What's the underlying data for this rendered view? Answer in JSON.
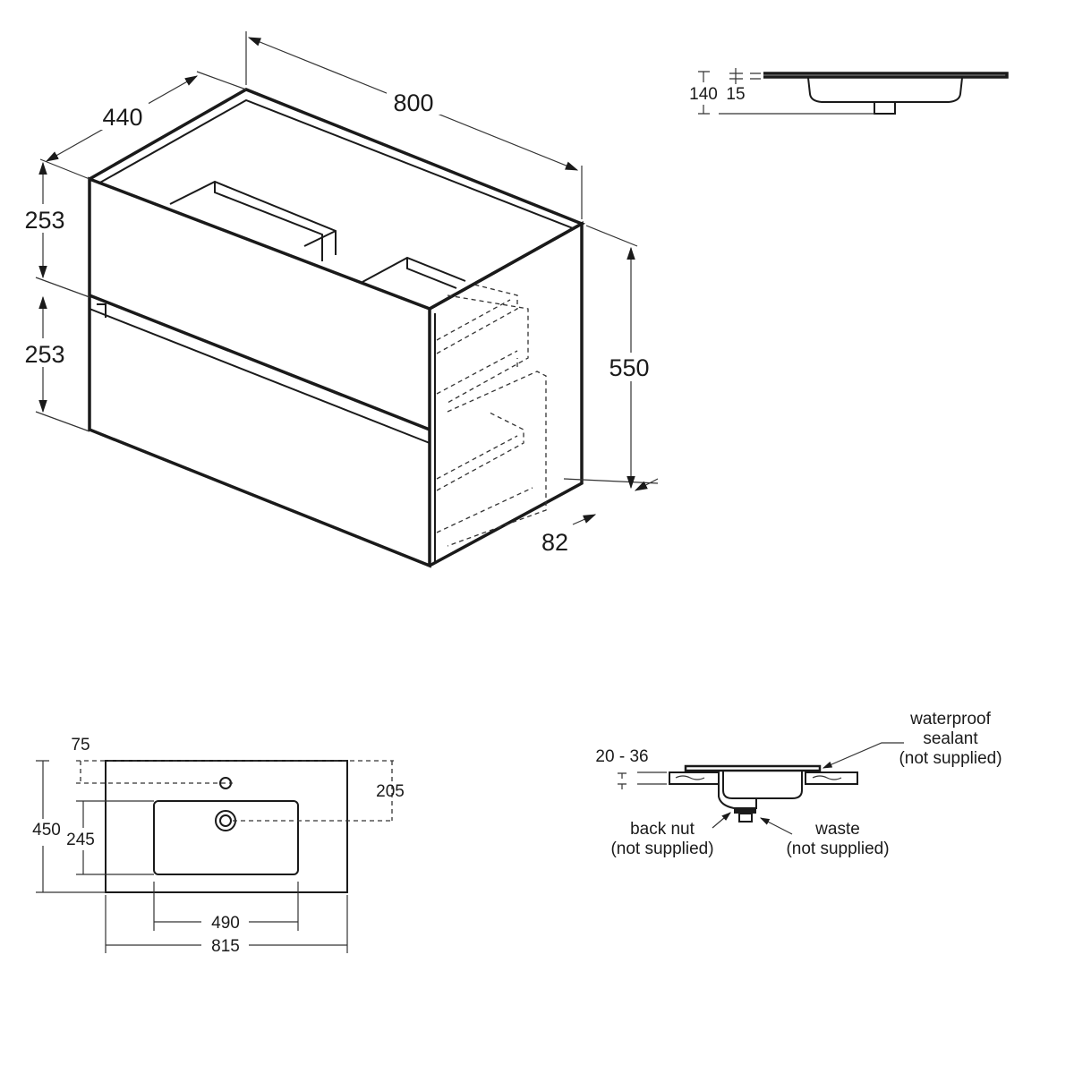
{
  "cabinet": {
    "width": "800",
    "depth": "440",
    "drawer_top_height": "253",
    "drawer_bottom_height": "253",
    "total_height": "550",
    "side_offset": "82"
  },
  "basin_side": {
    "total_height": "140",
    "rim_thickness": "15"
  },
  "basin_plan": {
    "tap_offset": "75",
    "tap_to_waste": "205",
    "depth": "450",
    "bowl_depth": "245",
    "bowl_width": "490",
    "width": "815"
  },
  "installation": {
    "worktop_thickness": "20 - 36",
    "sealant_label": [
      "waterproof",
      "sealant",
      "(not supplied)"
    ],
    "back_nut_label": [
      "back nut",
      "(not supplied)"
    ],
    "waste_label": [
      "waste",
      "(not supplied)"
    ]
  }
}
